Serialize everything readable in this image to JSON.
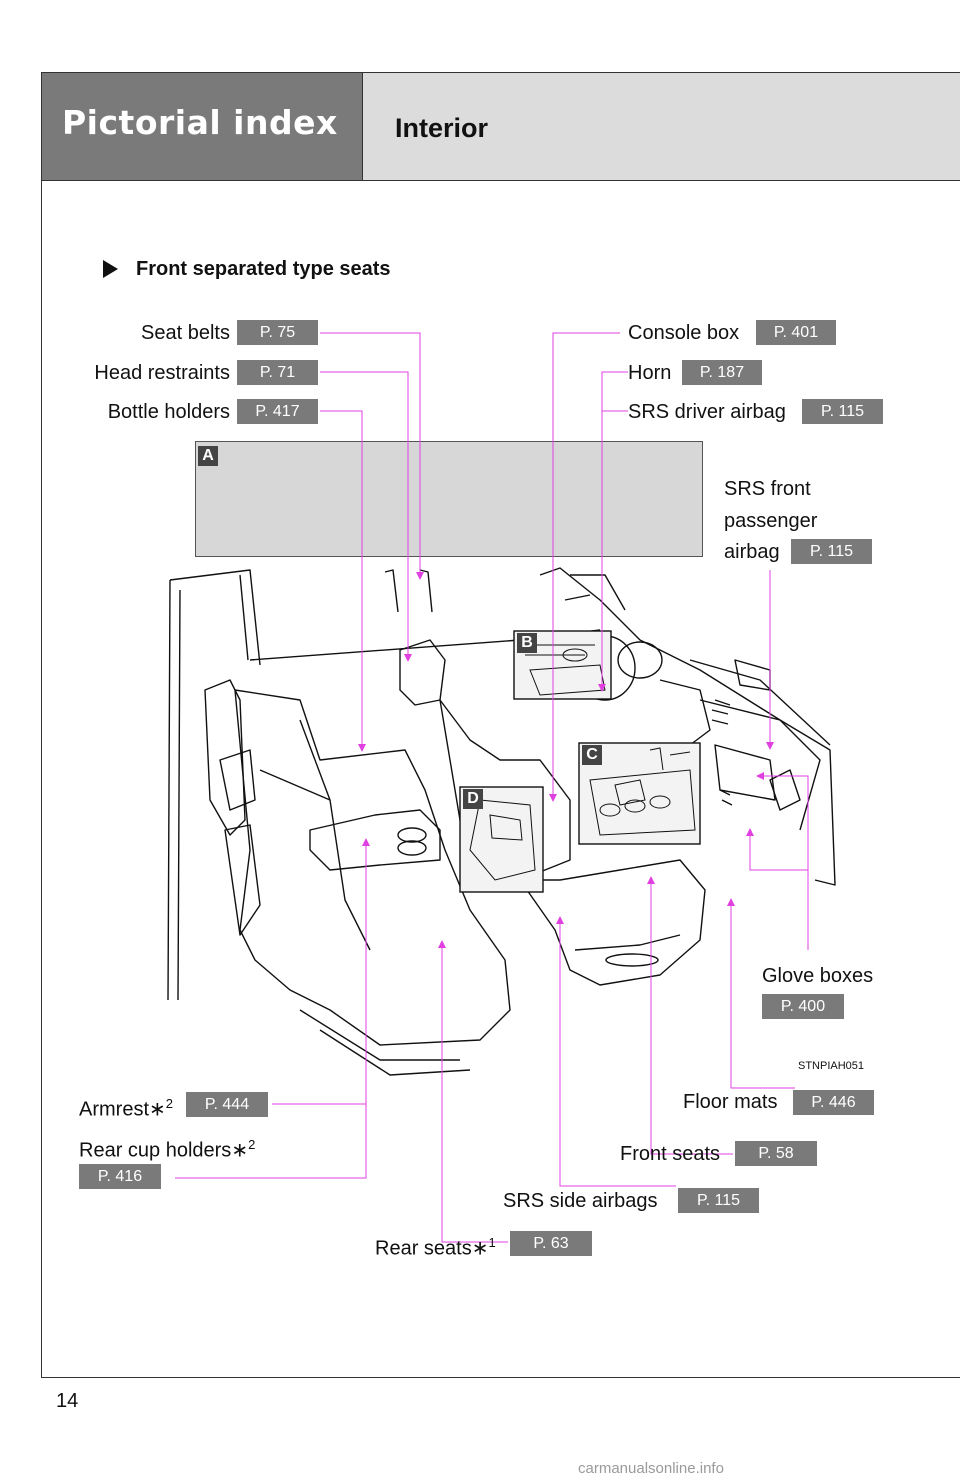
{
  "header": {
    "category": "Pictorial index",
    "title": "Interior"
  },
  "section_heading": "Front separated type seats",
  "panel_tags": [
    "A",
    "B",
    "C",
    "D"
  ],
  "labels": {
    "seat_belts": "Seat belts",
    "head_restraints": "Head restraints",
    "bottle_holders": "Bottle holders",
    "console_box": "Console box",
    "horn": "Horn",
    "srs_driver_airbag": "SRS driver airbag",
    "srs_front_passenger_airbag": [
      "SRS front",
      "passenger",
      "airbag"
    ],
    "glove_boxes": "Glove boxes",
    "floor_mats": "Floor mats",
    "front_seats": "Front seats",
    "srs_side_airbags": "SRS side airbags",
    "rear_seats": "Rear seats",
    "armrest": "Armrest",
    "rear_cup_holders": "Rear cup holders"
  },
  "footnote_marks": {
    "asterisk": "∗",
    "rear_seats": "1",
    "armrest": "2",
    "rear_cup_holders": "2"
  },
  "pages": {
    "seat_belts": "P. 75",
    "head_restraints": "P. 71",
    "bottle_holders": "P. 417",
    "console_box": "P. 401",
    "horn": "P. 187",
    "srs_driver_airbag": "P. 115",
    "srs_front_passenger_airbag": "P. 115",
    "glove_boxes": "P. 400",
    "floor_mats": "P. 446",
    "front_seats": "P. 58",
    "srs_side_airbags": "P. 115",
    "rear_seats": "P. 63",
    "armrest": "P. 444",
    "rear_cup_holders": "P. 416"
  },
  "figure_code": "STNPIAH051",
  "page_number": "14",
  "watermark": "carmanualsonline.info",
  "colors": {
    "header_dark": "#7a7a7a",
    "header_light": "#dcdcdc",
    "leader_line": "#e040e0",
    "page_badge": "#7a7a7a"
  }
}
